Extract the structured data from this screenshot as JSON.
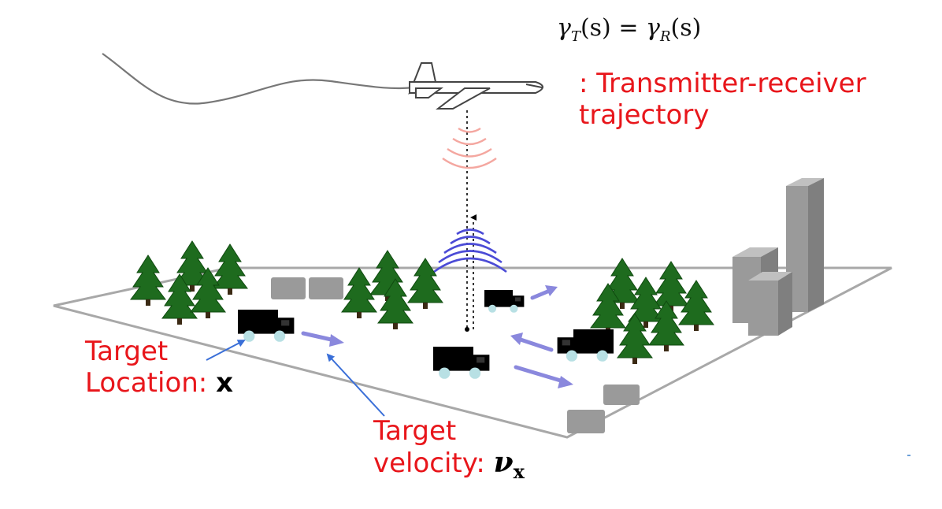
{
  "equation": {
    "lhs_symbol": "γ",
    "lhs_sub": "T",
    "rhs_symbol": "γ",
    "rhs_sub": "R",
    "arg": "(s)",
    "equals": "="
  },
  "labels": {
    "trajectory_line1": ": Transmitter-receiver",
    "trajectory_line2": "trajectory",
    "location_line1": "Target",
    "location_line2": "Location: ",
    "location_symbol": "x",
    "velocity_line1": "Target",
    "velocity_line2": "velocity: ",
    "velocity_symbol": "ν",
    "velocity_sub": "x"
  },
  "colors": {
    "label_red": "#e8161b",
    "tree_green": "#1e6b1e",
    "building_gray": "#9a9a9a",
    "motion_arrow": "#8a88dd",
    "pointer_arrow": "#3a6fd8",
    "emit_wave_red": "#f4a7a0",
    "receive_wave_blue": "#4b4bd6",
    "vehicle": "#000000",
    "wheel": "#b8e0e4"
  },
  "icons": {
    "aircraft": "airplane-icon",
    "vehicles": "truck-icon",
    "trees": "tree-icon",
    "buildings": "building-icon"
  }
}
